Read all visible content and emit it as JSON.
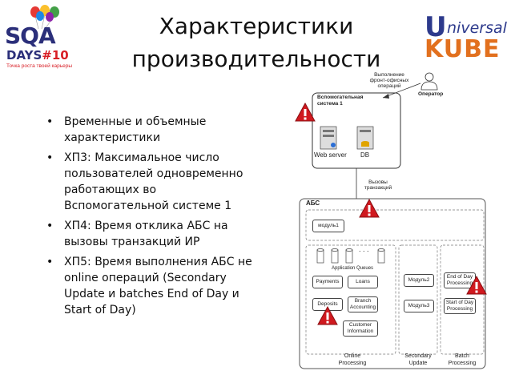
{
  "header": {
    "title_line1": "Характеристики",
    "title_line2": "производительности"
  },
  "sqa_logo": {
    "wordmark": "SQA",
    "days": "DAYS",
    "number": "#10",
    "tagline": "Точка роста твоей карьеры"
  },
  "kube_logo": {
    "u": "U",
    "niversal": "niversal",
    "kube": "KUBE"
  },
  "bullets": [
    "Временные и объемные характеристики",
    "ХП3: Максимальное число пользователей одновременно работающих во Вспомогательной системе 1",
    "ХП4: Время отклика АБС на вызовы транзакций ИР",
    "ХП5: Время выполнения АБС не online операций (Secondary Update и batches End of Day и Start of Day)"
  ],
  "diagram": {
    "front_office": "Выполнение фронт-офисных операций",
    "operator": "Оператор",
    "aux_system": "Вспомогательная система 1",
    "web_server": "Web server",
    "db": "DB",
    "transaction_calls": "Вызовы транзакций",
    "abs": "АБС",
    "module1": "модуль1",
    "app_queues": "Application Queues",
    "dots": ". . .",
    "payments": "Payments",
    "loans": "Loans",
    "deposits": "Deposits",
    "branch_accounting": "Branch Accounting",
    "customer_information": "Customer Information",
    "module2": "Модуль2",
    "module3": "Модуль3",
    "end_of_day": "End of Day Processing",
    "start_of_day": "Start of Day Processing",
    "online_processing": "Online Processing",
    "secondary_update": "Secondary Update",
    "batch_processing": "Batch Processing"
  },
  "colors": {
    "title_text": "#111111",
    "sqa_blue": "#2b2f7a",
    "accent_red": "#d81f26",
    "kube_blue": "#2d3a8c",
    "kube_orange": "#e2701e",
    "warning_red": "#d0191f"
  }
}
